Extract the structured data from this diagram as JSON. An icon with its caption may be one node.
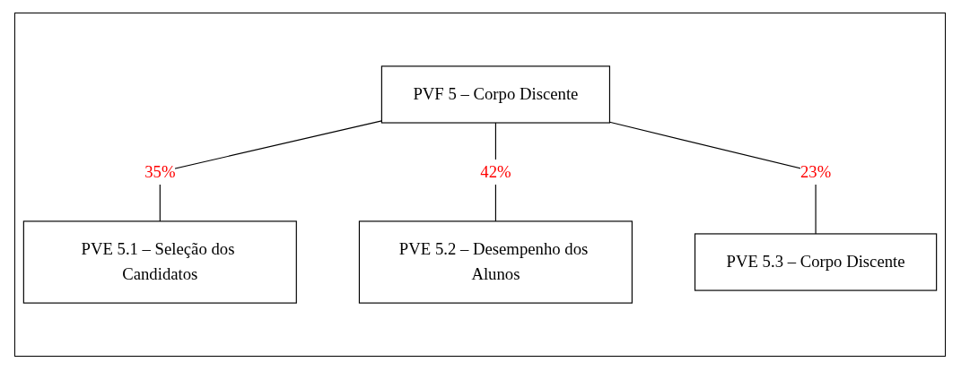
{
  "diagram": {
    "nodes": [
      {
        "text": [
          "PVF 5 – Corpo Discente"
        ]
      },
      {
        "text": [
          "PVE 5.1 – Seleção dos Candidatos"
        ]
      },
      {
        "text": [
          "PVE 5.2 – Desempenho dos Alunos"
        ]
      },
      {
        "text": [
          "PVE 5.3 – Corpo Discente"
        ]
      }
    ],
    "edges": [
      {
        "from": 0,
        "to": 1,
        "arrow": "none",
        "label": "35%"
      },
      {
        "from": 0,
        "to": 2,
        "arrow": "none",
        "label": "42%"
      },
      {
        "from": 0,
        "to": 3,
        "arrow": "none",
        "label": "23%"
      }
    ]
  }
}
